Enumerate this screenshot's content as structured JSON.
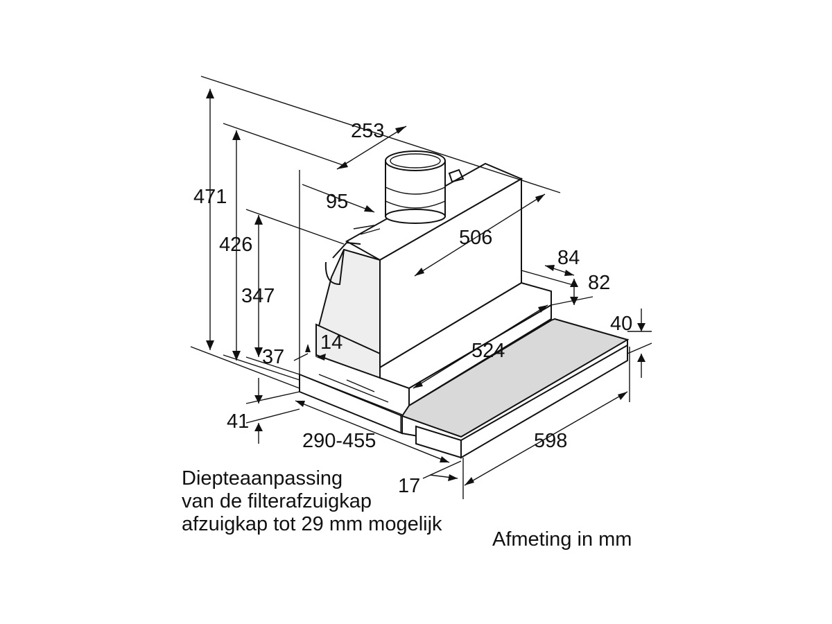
{
  "dimensions": {
    "total_height": "471",
    "body_height": "426",
    "lower_height": "347",
    "chimney_depth": "253",
    "chimney_offset": "95",
    "body_width": "506",
    "trim_width": "84",
    "trim_height": "82",
    "front_height": "40",
    "inner_width": "524",
    "side_offset": "14",
    "depth_offset": "37",
    "bottom_height": "41",
    "depth_range": "290-455",
    "front_depth": "17",
    "total_width": "598"
  },
  "notes": {
    "depth_line1": "Diepteaanpassing",
    "depth_line2": "van de filterafzuigkap",
    "depth_line3": "afzuigkap tot 29 mm mogelijk",
    "units": "Afmeting in mm"
  },
  "colors": {
    "line": "#111111",
    "background": "#ffffff"
  }
}
